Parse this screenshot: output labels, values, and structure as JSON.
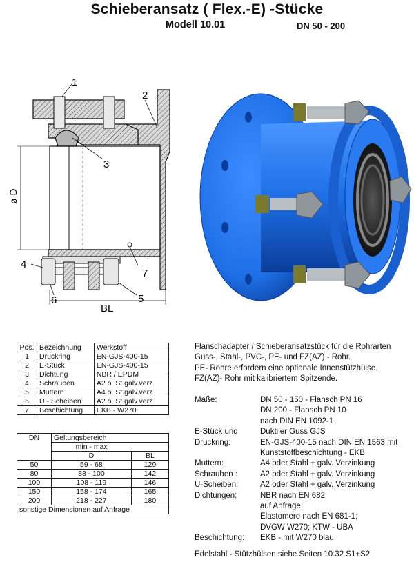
{
  "header": {
    "title": "Schieberansatz ( Flex.-E) -Stücke",
    "model": "Modell 10.01",
    "dn_range": "DN 50 - 200"
  },
  "drawing": {
    "callouts": [
      "1",
      "2",
      "3",
      "4",
      "5",
      "6",
      "7"
    ],
    "dim_diameter": "ø D",
    "dim_length": "BL"
  },
  "parts_table": {
    "headers": [
      "Pos.",
      "Bezeichnung",
      "Werkstoff"
    ],
    "rows": [
      [
        "1",
        "Druckring",
        "EN-GJS-400-15"
      ],
      [
        "2",
        "E-Stück",
        "EN-GJS-400-15"
      ],
      [
        "3",
        "Dichtung",
        "NBR / EPDM"
      ],
      [
        "4",
        "Schrauben",
        "A2 o. St.galv.verz."
      ],
      [
        "5",
        "Muttern",
        "A4 o. St.galv.verz."
      ],
      [
        "6",
        "U - Scheiben",
        "A2 o. St.galv.verz."
      ],
      [
        "7",
        "Beschichtung",
        "EKB - W270"
      ]
    ]
  },
  "dims_table": {
    "header_dn": "DN",
    "header_range": "Geltungsbereich",
    "header_minmax": "min - max",
    "header_d": "D",
    "header_bl": "BL",
    "rows": [
      [
        "50",
        "59 -  68",
        "129"
      ],
      [
        "80",
        "88 - 100",
        "142"
      ],
      [
        "100",
        "108 - 119",
        "146"
      ],
      [
        "150",
        "158 - 174",
        "165"
      ],
      [
        "200",
        "218 - 227",
        "180"
      ]
    ],
    "footer": "sonstige Dimensionen auf Anfrage"
  },
  "description": [
    "Flanschadapter / Schieberansatzstück für die Rohrarten",
    "Guss-, Stahl-, PVC-, PE- und FZ(AZ) - Rohr.",
    "PE- Rohre erfordern eine optionale Innenstützhülse.",
    "FZ(AZ)- Rohr mit kalibriertem Spitzende."
  ],
  "specs": [
    {
      "label": "Maße:",
      "lines": [
        "DN 50 - 150   - Flansch PN 16",
        "DN 200         - Flansch PN 10",
        "nach DIN EN 1092-1"
      ]
    },
    {
      "label": "E-Stück und",
      "lines": [
        "Duktiler Guss GJS"
      ]
    },
    {
      "label": "Druckring:",
      "lines": [
        "EN-GJS-400-15 nach DIN EN 1563 mit",
        "Kunststoffbeschichtung - EKB"
      ]
    },
    {
      "label": "Muttern:",
      "lines": [
        "A4 oder Stahl + galv. Verzinkung"
      ]
    },
    {
      "label": "Schrauben :",
      "lines": [
        "A2 oder Stahl + galv. Verzinkung"
      ]
    },
    {
      "label": "U-Scheiben:",
      "lines": [
        "A2 oder Stahl + galv. Verzinkung"
      ]
    },
    {
      "label": "Dichtungen:",
      "lines": [
        "NBR nach EN 682",
        "auf Anfrage:",
        "Elastomere nach EN 681-1;",
        "DVGW W270; KTW - UBA"
      ]
    },
    {
      "label": "Beschichtung:",
      "lines": [
        "EKB - mit W270 blau"
      ]
    }
  ],
  "footer": "Edelstahl - Stützhülsen siehe Seiten 10.32 S1+S2",
  "colors": {
    "coating_blue": "#1e6fe6",
    "coating_dark": "#0b3d9a",
    "bolt_grey": "#8f969c",
    "nut_olive": "#7a7a2e"
  }
}
